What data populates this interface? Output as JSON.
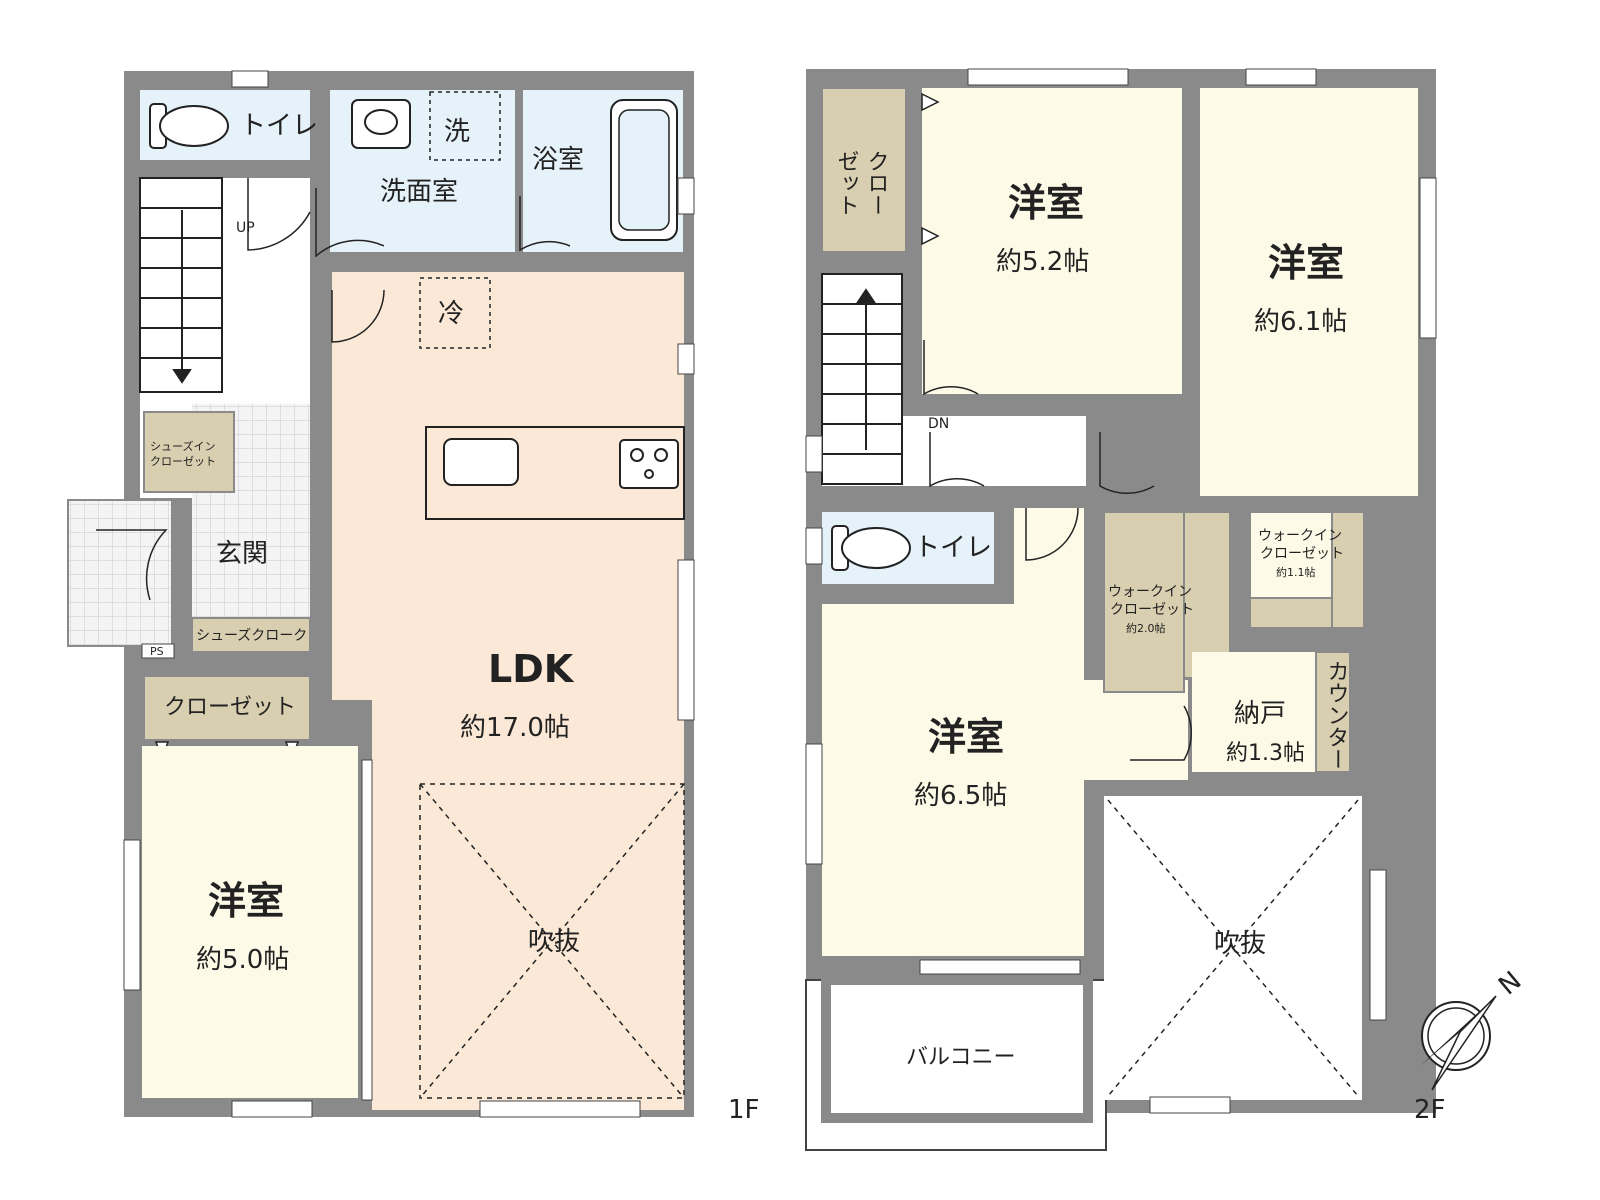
{
  "colors": {
    "wall": "#8a8a8a",
    "wet_room": "#e6f2fa",
    "ldk": "#fbe8d6",
    "bedroom": "#fdfbe8",
    "closet": "#d8ceb0",
    "tile": "#f2f2f2",
    "line": "#222222"
  },
  "floor1": {
    "label": "1F",
    "rooms": {
      "toilet": "トイレ",
      "washroom": "洗面室",
      "washer": "洗",
      "bath": "浴室",
      "fridge": "冷",
      "ldk": "LDK",
      "ldk_size": "約17.0帖",
      "void": "吹抜",
      "entrance": "玄関",
      "shoes_in": "シューズイン",
      "shoes_in2": "クローゼット",
      "shoes_cloak": "シューズクローク",
      "ps": "PS",
      "closet": "クローゼット",
      "western": "洋室",
      "western_size": "約5.0帖",
      "stair": "UP"
    }
  },
  "floor2": {
    "label": "2F",
    "rooms": {
      "closet_v1": "クロー",
      "closet_v2": "ゼット",
      "room_a": "洋室",
      "room_a_size": "約5.2帖",
      "room_b": "洋室",
      "room_b_size": "約6.1帖",
      "stair": "DN",
      "toilet": "トイレ",
      "wic_a1": "ウォークイン",
      "wic_a2": "クローゼット",
      "wic_a3": "約2.0帖",
      "wic_b1": "ウォークイン",
      "wic_b2": "クローゼット",
      "wic_b3": "約1.1帖",
      "storage": "納戸",
      "storage_size": "約1.3帖",
      "counter": "カウンター",
      "room_c": "洋室",
      "room_c_size": "約6.5帖",
      "void": "吹抜",
      "balcony": "バルコニー"
    }
  },
  "compass": {
    "north": "N"
  }
}
